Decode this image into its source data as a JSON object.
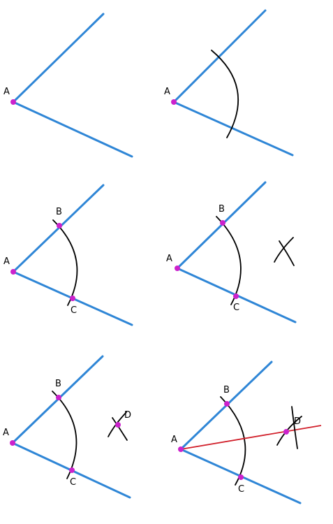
{
  "labels": {
    "vertex": "A",
    "point_upper": "B",
    "point_lower": "C",
    "point_intersection": "D"
  },
  "colors": {
    "rays": "#2f86d6",
    "arcs": "#000000",
    "points": "#cc22cc",
    "bisector": "#d11f2a"
  },
  "steps": [
    {
      "step": 1,
      "show_points": [
        "A"
      ],
      "arc_through_rays": false,
      "crossing_arcs": false,
      "bisector": false
    },
    {
      "step": 2,
      "show_points": [
        "A"
      ],
      "arc_through_rays": true,
      "crossing_arcs": false,
      "bisector": false
    },
    {
      "step": 3,
      "show_points": [
        "A",
        "B",
        "C"
      ],
      "arc_through_rays": true,
      "crossing_arcs": false,
      "bisector": false
    },
    {
      "step": 4,
      "show_points": [
        "A",
        "B",
        "C"
      ],
      "arc_through_rays": true,
      "crossing_arcs": true,
      "bisector": false
    },
    {
      "step": 5,
      "show_points": [
        "A",
        "B",
        "C",
        "D"
      ],
      "arc_through_rays": true,
      "crossing_arcs": true,
      "bisector": false
    },
    {
      "step": 6,
      "show_points": [
        "A",
        "B",
        "C",
        "D"
      ],
      "arc_through_rays": true,
      "crossing_arcs": true,
      "bisector": true
    }
  ]
}
